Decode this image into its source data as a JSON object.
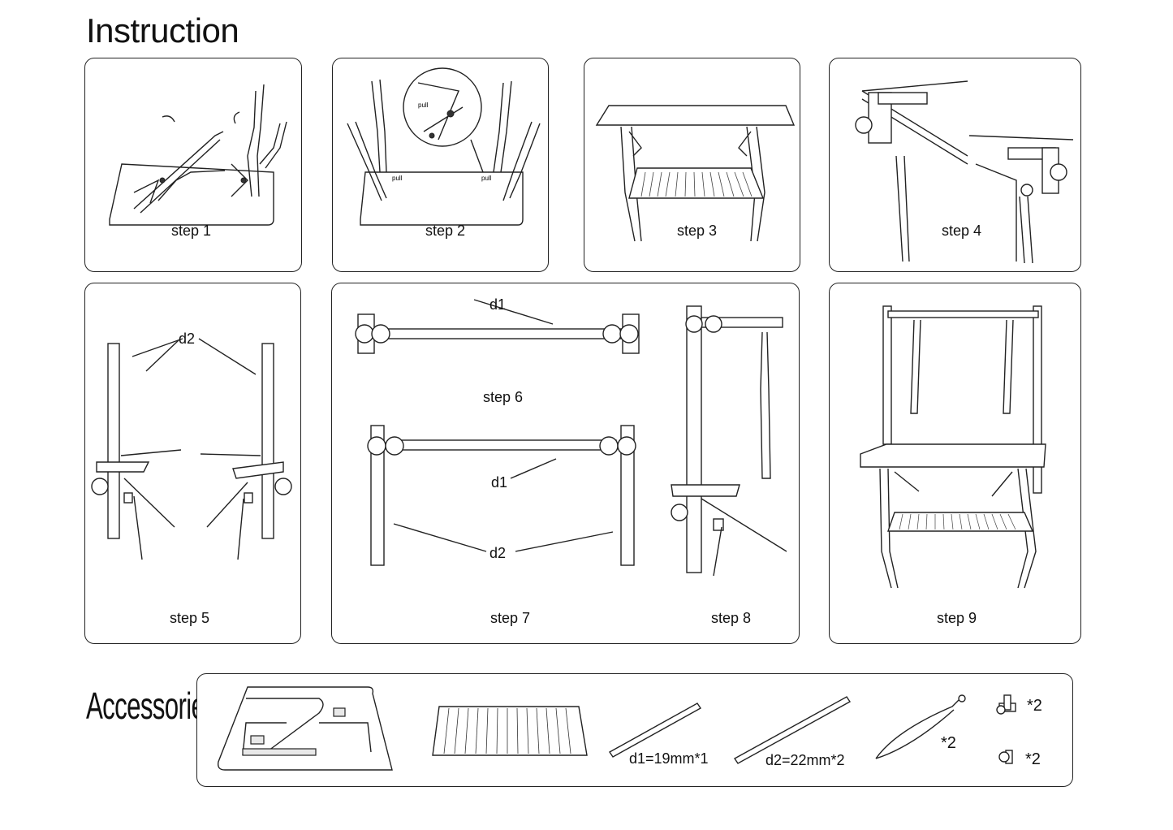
{
  "title": "Instruction",
  "steps": {
    "step1": "step 1",
    "step2": "step 2",
    "step3": "step 3",
    "step4": "step 4",
    "step5": "step 5",
    "step6": "step 6",
    "step7": "step 7",
    "step8": "step 8",
    "step9": "step 9"
  },
  "callouts": {
    "pull": "pull",
    "d1": "d1",
    "d2": "d2"
  },
  "accessories": {
    "title": "Accessories",
    "d1_label": "d1=19mm*1",
    "d2_label": "d2=22mm*2",
    "leash_qty": "*2",
    "clamp_qty": "*2",
    "knob_qty": "*2"
  }
}
